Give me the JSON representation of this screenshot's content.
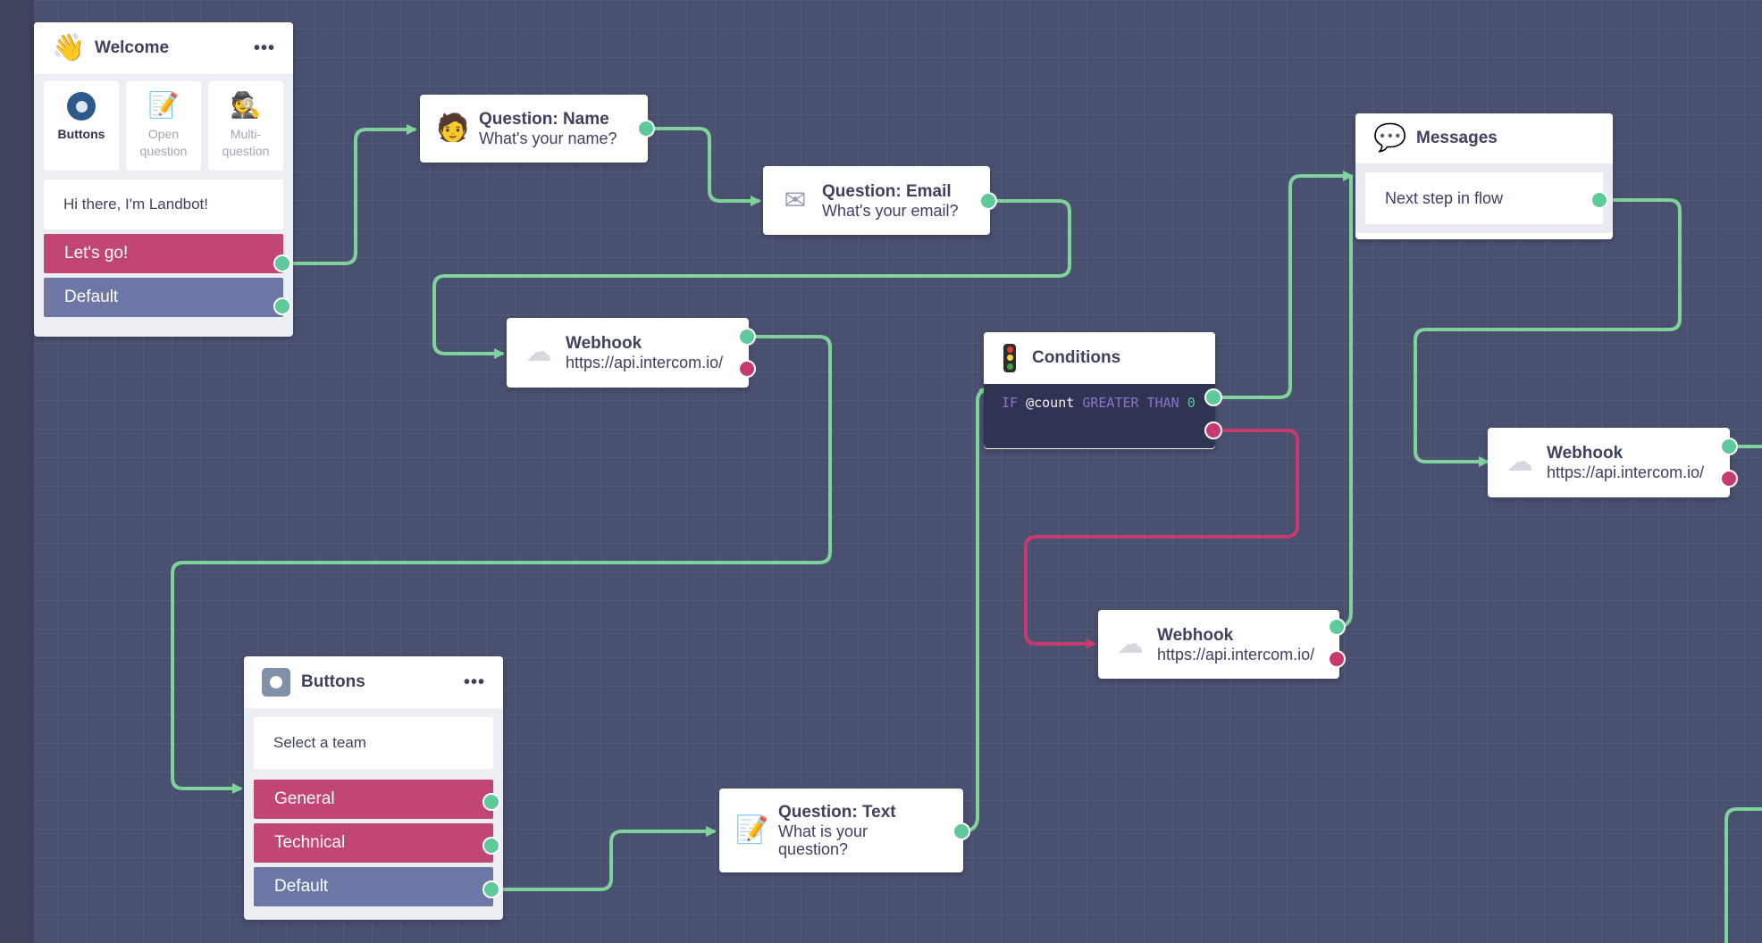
{
  "canvas": {
    "colors": {
      "background": "#4a5170",
      "wire_green": "#7fd39a",
      "wire_red": "#c73a70",
      "button_pink": "#c14676",
      "button_purple": "#6d77a6"
    }
  },
  "welcome_block": {
    "icon": "waving-hand-icon",
    "title": "Welcome",
    "tabs": [
      {
        "label": "Buttons",
        "icon": "radio-button-icon"
      },
      {
        "label": "Open question",
        "icon": "memo-icon"
      },
      {
        "label": "Multi-question",
        "icon": "spy-icon"
      }
    ],
    "message": "Hi there, I'm Landbot!",
    "buttons": [
      "Let's go!",
      "Default"
    ]
  },
  "question_name": {
    "icon": "person-icon",
    "title": "Question: Name",
    "subtitle": "What's your name?"
  },
  "question_email": {
    "icon": "envelope-icon",
    "title": "Question: Email",
    "subtitle": "What's your email?"
  },
  "webhook_1": {
    "icon": "cloud-icon",
    "title": "Webhook",
    "url": "https://api.intercom.io/"
  },
  "conditions": {
    "icon": "traffic-light-icon",
    "title": "Conditions",
    "code": {
      "if": "IF",
      "variable": "@count",
      "operator": "GREATER THAN",
      "value": "0"
    }
  },
  "messages_block": {
    "icon": "speech-bubble-icon",
    "title": "Messages",
    "line": "Next step in flow"
  },
  "webhook_2": {
    "icon": "cloud-icon",
    "title": "Webhook",
    "url": "https://api.intercom.io/"
  },
  "webhook_3": {
    "icon": "cloud-icon",
    "title": "Webhook",
    "url": "https://api.intercom.io/"
  },
  "buttons_block": {
    "icon": "buttons-icon",
    "title": "Buttons",
    "message": "Select a team",
    "buttons": [
      "General",
      "Technical",
      "Default"
    ]
  },
  "question_text": {
    "icon": "memo-icon",
    "title": "Question: Text",
    "subtitle_line1": "What is your",
    "subtitle_line2": "question?"
  }
}
